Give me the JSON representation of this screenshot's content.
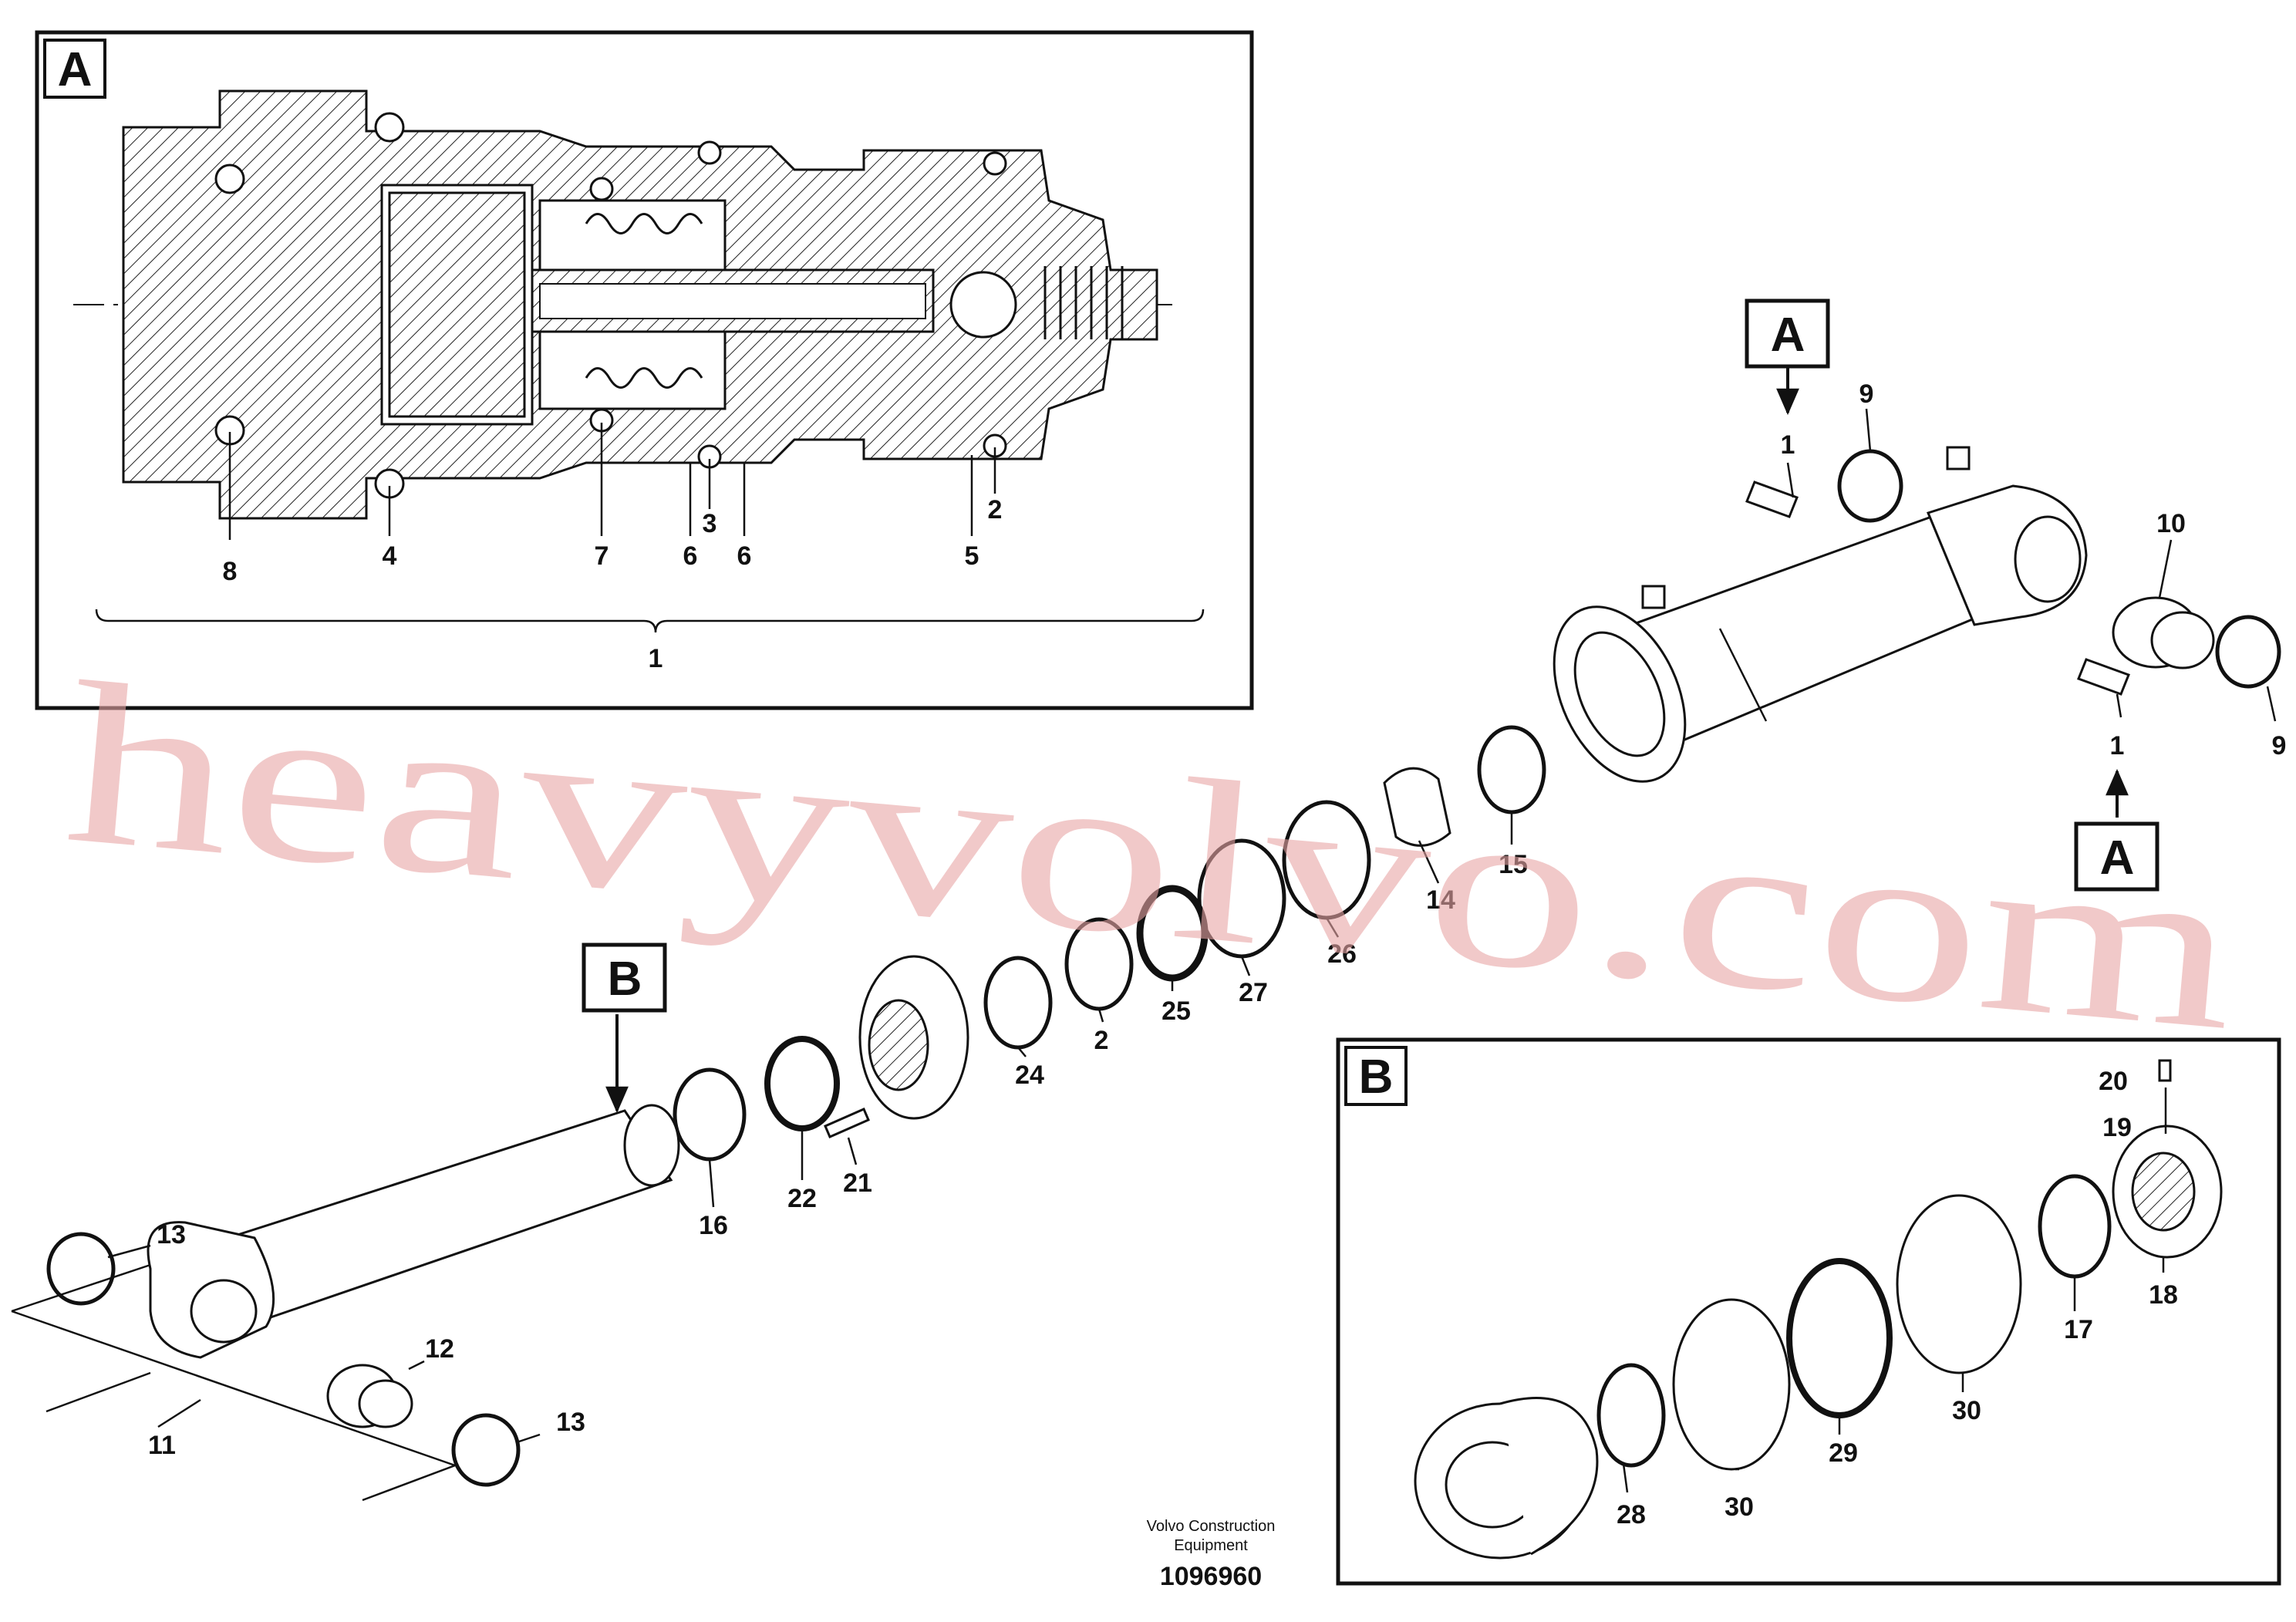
{
  "detail_a": {
    "tag": "A",
    "callouts": [
      "8",
      "4",
      "7",
      "6",
      "3",
      "6",
      "5",
      "2"
    ],
    "assembly_callout": "1"
  },
  "main_view": {
    "view_tags": [
      "A",
      "A",
      "B"
    ],
    "callouts": [
      "1",
      "9",
      "10",
      "1",
      "9",
      "15",
      "14",
      "26",
      "27",
      "25",
      "2",
      "24",
      "22",
      "21",
      "16",
      "13",
      "12",
      "13",
      "11"
    ]
  },
  "detail_b": {
    "tag": "B",
    "callouts": [
      "20",
      "19",
      "18",
      "17",
      "30",
      "29",
      "30",
      "28"
    ]
  },
  "credit": {
    "line1": "Volvo Construction",
    "line2": "Equipment",
    "doc_number": "1096960"
  },
  "watermark": "heavyvolvo.com"
}
